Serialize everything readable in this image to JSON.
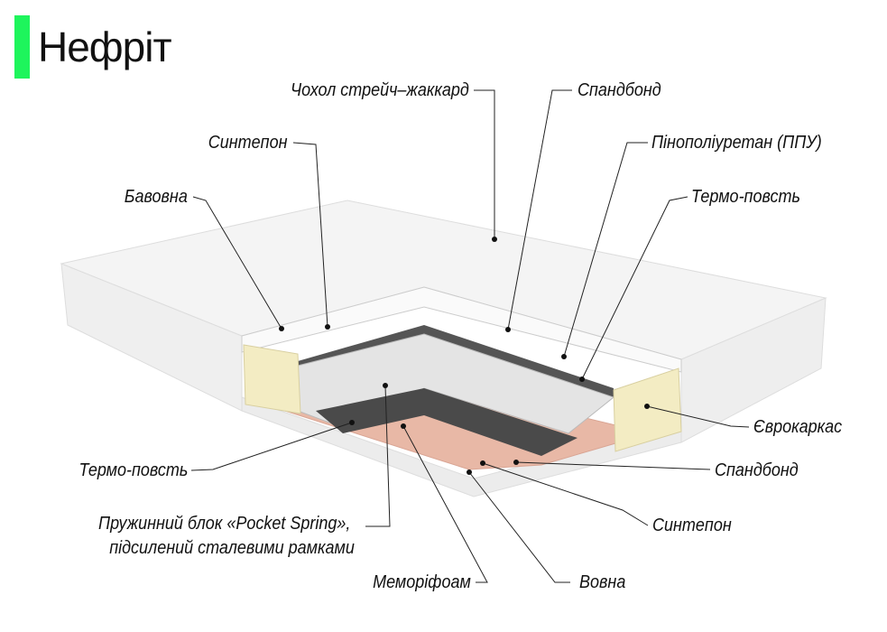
{
  "title": "Нефріт",
  "accent_color": "#1ef55c",
  "labels": {
    "cover": "Чохол стрейч–жаккард",
    "spunbond_top": "Спандбонд",
    "sintepon_top": "Синтепон",
    "pu_foam": "Пінополіуретан (ППУ)",
    "cotton": "Бавовна",
    "thermo_felt_top": "Термо-повсть",
    "euroframe": "Єврокаркас",
    "thermo_felt_bottom": "Термо-повсть",
    "spunbond_bottom": "Спандбонд",
    "spring_block_line1": "Пружинний блок «Pocket Spring»,",
    "spring_block_line2": "підсилений сталевими рамками",
    "sintepon_bottom": "Синтепон",
    "memory_foam": "Меморіфоам",
    "wool": "Вовна"
  }
}
